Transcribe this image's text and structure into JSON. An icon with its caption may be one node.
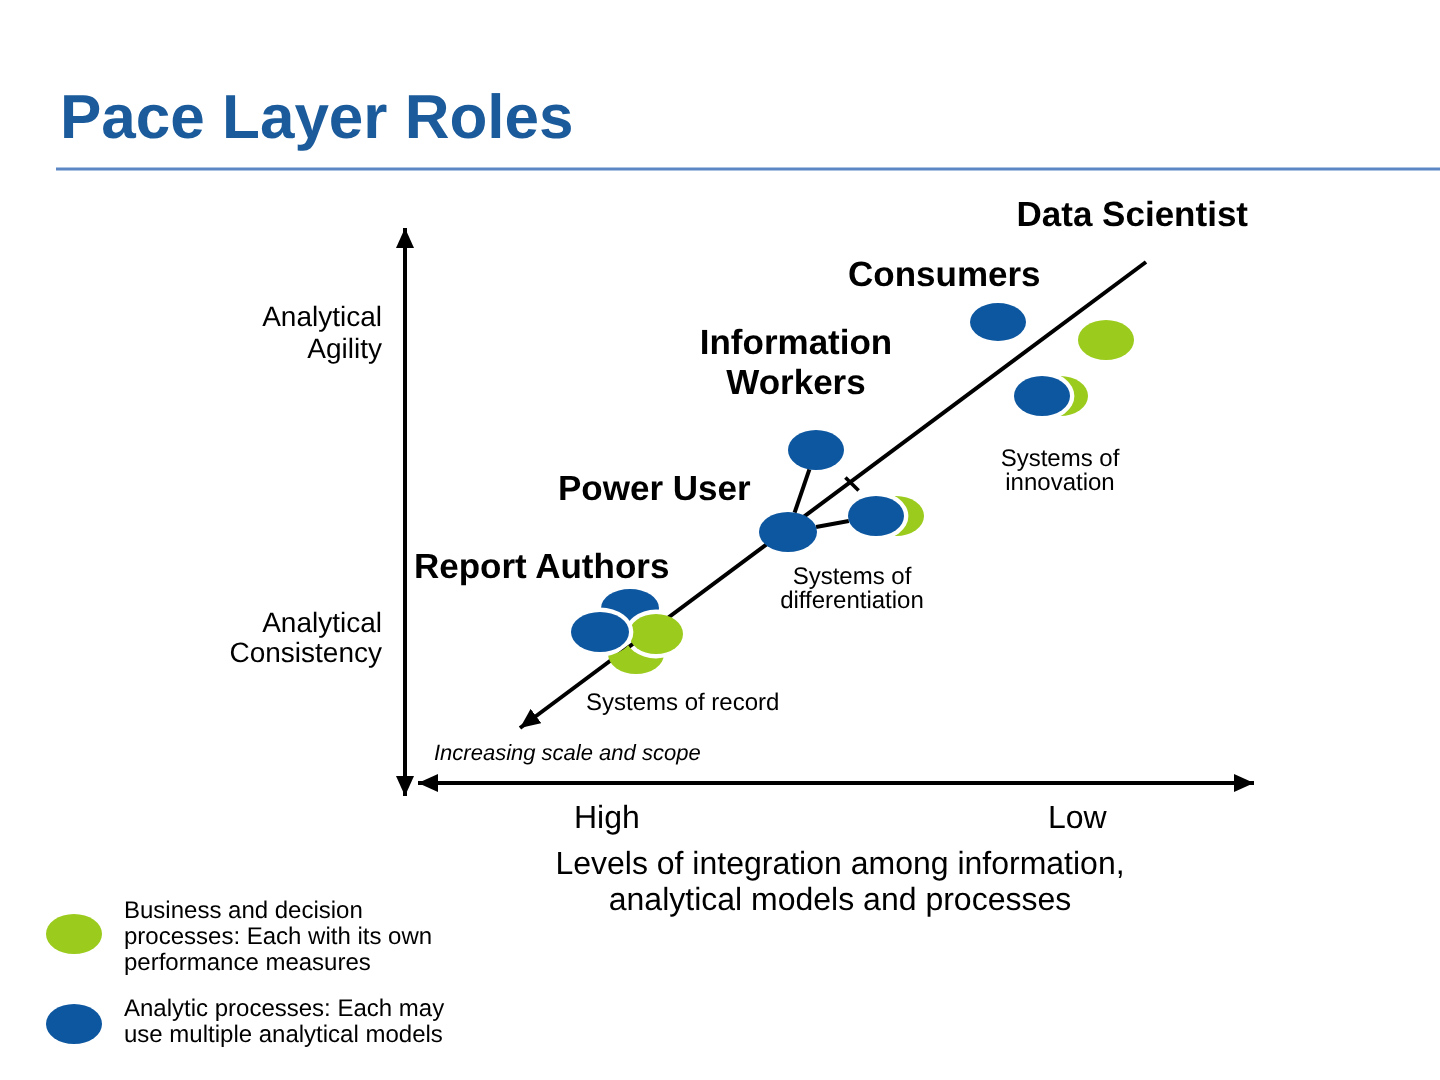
{
  "diagram": {
    "title": "Pace Layer Roles",
    "nodes": [
      {
        "text": [],
        "shape": "ellipse"
      },
      {
        "text": [],
        "shape": "ellipse"
      },
      {
        "text": [],
        "shape": "ellipse"
      },
      {
        "text": [],
        "shape": "ellipse"
      },
      {
        "text": [],
        "shape": "ellipse"
      },
      {
        "text": [],
        "shape": "ellipse"
      },
      {
        "text": [],
        "shape": "ellipse"
      },
      {
        "text": [],
        "shape": "ellipse"
      },
      {
        "text": [],
        "shape": "ellipse"
      },
      {
        "text": [],
        "shape": "ellipse"
      },
      {
        "text": [],
        "shape": "ellipse"
      },
      {
        "text": [],
        "shape": "ellipse"
      }
    ],
    "edges": [
      {
        "from": 5,
        "to": 4,
        "arrow": "none"
      },
      {
        "from": 5,
        "to": 7,
        "arrow": "none"
      }
    ],
    "labels": [
      "Data Scientist",
      "Consumers",
      "Analytical Agility",
      "Information Workers",
      "Systems of innovation",
      "Power User",
      "Report Authors",
      "Systems of differentiation",
      "Analytical Consistency",
      "Systems of record",
      "Increasing scale and scope",
      "High",
      "Low",
      "Levels of integration among information, analytical models and processes"
    ],
    "legend": [
      {
        "text": "Business and decision processes: Each with its own performance measures",
        "color": "#9bcb1c"
      },
      {
        "text": "Analytic processes: Each may use multiple analytical models",
        "color": "#0d57a0"
      }
    ]
  }
}
